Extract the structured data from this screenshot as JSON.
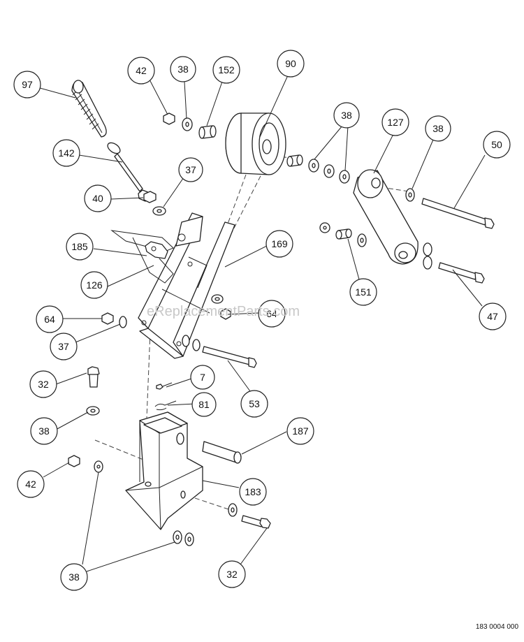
{
  "diagram": {
    "callouts": [
      {
        "id": "c97",
        "label": "97"
      },
      {
        "id": "c142",
        "label": "142"
      },
      {
        "id": "c40",
        "label": "40"
      },
      {
        "id": "c37a",
        "label": "37"
      },
      {
        "id": "c42a",
        "label": "42"
      },
      {
        "id": "c38a",
        "label": "38"
      },
      {
        "id": "c152",
        "label": "152"
      },
      {
        "id": "c90",
        "label": "90"
      },
      {
        "id": "c38b",
        "label": "38"
      },
      {
        "id": "c127",
        "label": "127"
      },
      {
        "id": "c38c",
        "label": "38"
      },
      {
        "id": "c50",
        "label": "50"
      },
      {
        "id": "c185",
        "label": "185"
      },
      {
        "id": "c126",
        "label": "126"
      },
      {
        "id": "c169",
        "label": "169"
      },
      {
        "id": "c151",
        "label": "151"
      },
      {
        "id": "c47",
        "label": "47"
      },
      {
        "id": "c64a",
        "label": "64"
      },
      {
        "id": "c64b",
        "label": "64"
      },
      {
        "id": "c37b",
        "label": "37"
      },
      {
        "id": "c32a",
        "label": "32"
      },
      {
        "id": "c7",
        "label": "7"
      },
      {
        "id": "c81",
        "label": "81"
      },
      {
        "id": "c53",
        "label": "53"
      },
      {
        "id": "c38d",
        "label": "38"
      },
      {
        "id": "c187",
        "label": "187"
      },
      {
        "id": "c42b",
        "label": "42"
      },
      {
        "id": "c183",
        "label": "183"
      },
      {
        "id": "c38e",
        "label": "38"
      },
      {
        "id": "c32b",
        "label": "32"
      }
    ],
    "watermark": "eReplacementParts.com",
    "doc_number": "183 0004 000"
  },
  "colors": {
    "ink": "#222222",
    "watermark": "#c8c8c8",
    "background": "#ffffff"
  }
}
